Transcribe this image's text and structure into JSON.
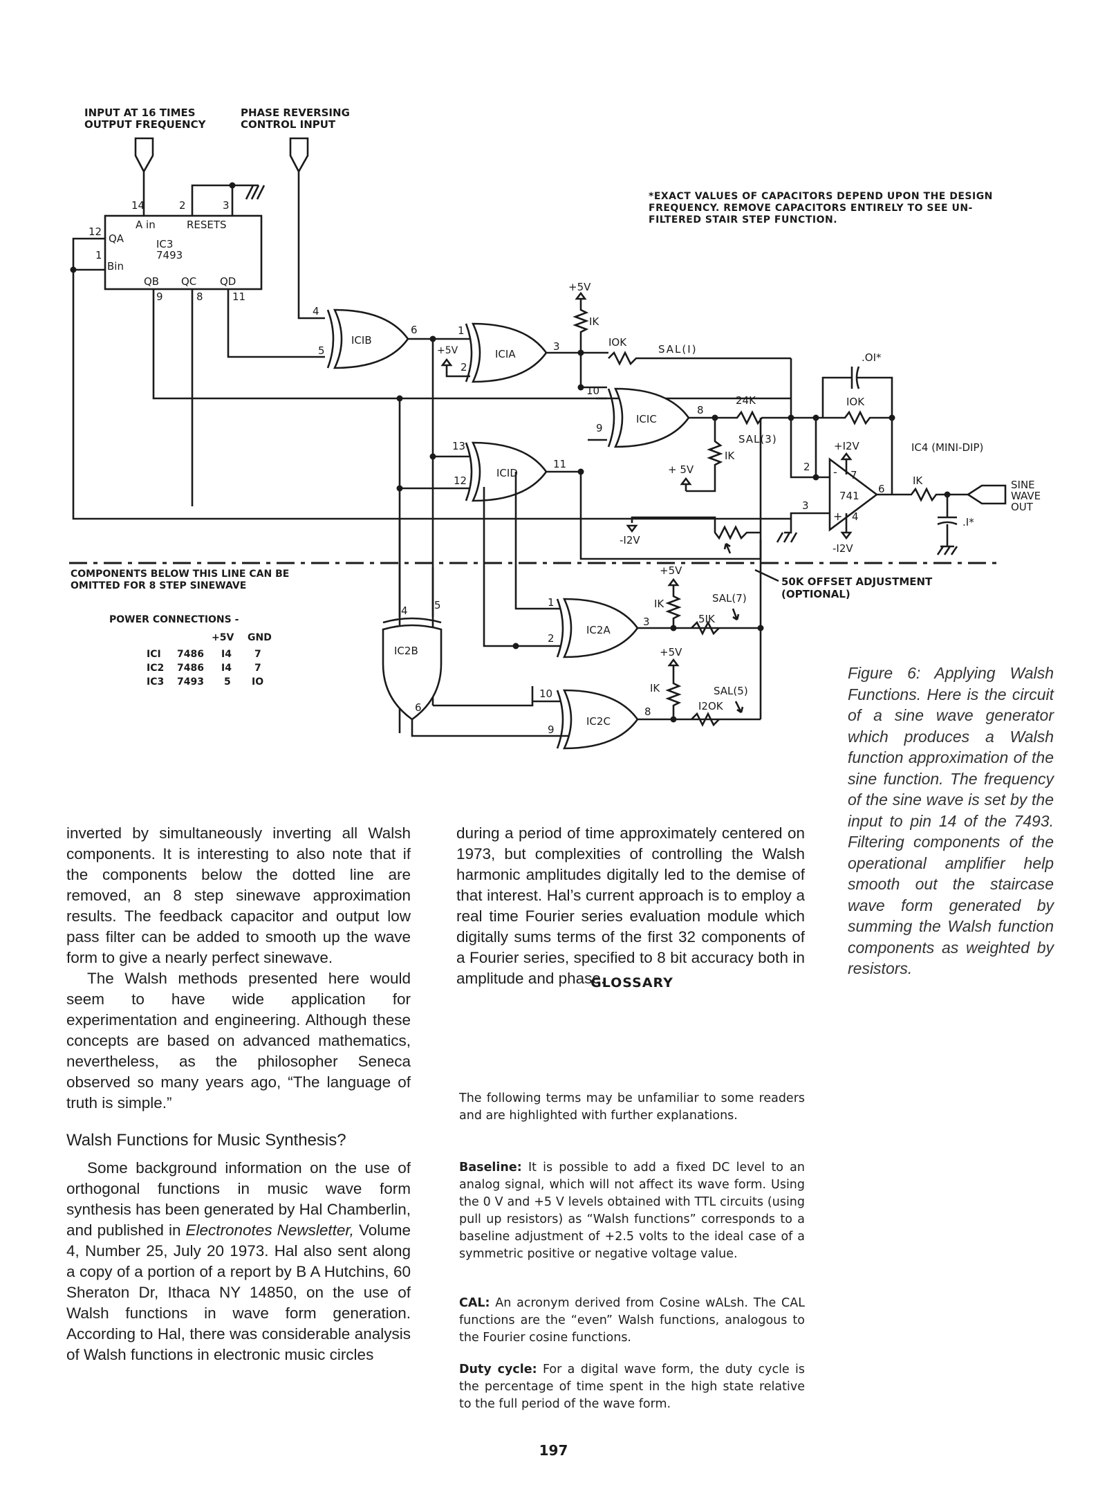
{
  "schematic": {
    "top_labels": {
      "input": [
        "INPUT AT 16 TIMES",
        "OUTPUT FREQUENCY"
      ],
      "phase": [
        "PHASE REVERSING",
        "CONTROL INPUT"
      ]
    },
    "note": [
      "*EXACT VALUES OF CAPACITORS DEPEND UPON THE DESIGN",
      "FREQUENCY. REMOVE CAPACITORS ENTIRELY TO SEE UN-",
      "FILTERED STAIR STEP FUNCTION."
    ],
    "ic3": {
      "name": "IC3",
      "part": "7493",
      "ain": "A in",
      "resets": "RESETS",
      "qa": "QA",
      "bin": "Bin",
      "qb": "QB",
      "qc": "QC",
      "qd": "QD",
      "pins": [
        "14",
        "2",
        "3",
        "12",
        "1",
        "9",
        "8",
        "11"
      ]
    },
    "gates": {
      "ic1b": "ICIB",
      "ic1a": "ICIA",
      "ic1c": "ICIC",
      "ic1d": "ICID",
      "ic2a": "IC2A",
      "ic2b": "IC2B",
      "ic2c": "IC2C"
    },
    "pins": {
      "p4": "4",
      "p5": "5",
      "p6": "6",
      "p1": "1",
      "p2": "2",
      "p3": "3",
      "p10": "10",
      "p9": "9",
      "p8": "8",
      "p13": "13",
      "p12": "12",
      "p11": "11",
      "p7": "7"
    },
    "components": {
      "v5": "+5V",
      "v5b": "+ 5V",
      "v12p": "+I2V",
      "v12n": "-I2V",
      "r1k": "IK",
      "r10k": "IOK",
      "r24k": "24K",
      "r51k": "5IK",
      "r120k": "I2OK",
      "sal1": "SAL(I)",
      "sal3": "SAL(3)",
      "sal7": "SAL(7)",
      "sal5": "SAL(5)",
      "cap01": ".OI*",
      "cap1": ".I*",
      "opamp": "741",
      "ic4": "IC4 (MINI-DIP)",
      "out": [
        "SINE",
        "WAVE",
        "OUT"
      ],
      "minus": "-",
      "plus": "+"
    },
    "divider": [
      "COMPONENTS BELOW THIS LINE CAN BE",
      "OMITTED FOR 8 STEP SINEWAVE"
    ],
    "offset": [
      "50K OFFSET ADJUSTMENT",
      "(OPTIONAL)"
    ],
    "power": {
      "title": "POWER CONNECTIONS -",
      "header": [
        "+5V",
        "GND"
      ],
      "rows": [
        [
          "ICI",
          "7486",
          "I4",
          "7"
        ],
        [
          "IC2",
          "7486",
          "I4",
          "7"
        ],
        [
          "IC3",
          "7493",
          "5",
          "IO"
        ]
      ]
    }
  },
  "caption": "Figure 6: Applying Walsh Functions. Here is the circuit of a sine wave generator which produces a Walsh function approximation of the sine function. The frequency of the sine wave is set by the input to pin 14 of the 7493. Filtering components of the operational amplifier help smooth out the staircase wave form generated by summing the Walsh function components as weighted by resistors.",
  "left_col": {
    "p1": "inverted by simultaneously inverting all Walsh components. It is interesting to also note that if the components below the dotted line are removed, an 8 step sinewave approximation results. The feedback capacitor and output low pass filter can be added to smooth up the wave form to give a nearly perfect sinewave.",
    "p2": "The Walsh methods presented here would seem to have wide application for experimentation and engineering. Although these concepts are based on advanced mathematics, nevertheless, as the philosopher Seneca observed so many years ago, “The language of truth is simple.”",
    "heading": "Walsh Functions for Music Synthesis?",
    "p3a": "Some background information on the use of orthogonal functions in music wave form synthesis has been generated by Hal Chamberlin, and published in ",
    "p3b": "Electronotes Newsletter,",
    "p3c": " Volume 4, Number 25, July 20 1973. Hal also sent along a copy of a portion of a report by B A Hutchins, 60 Sheraton Dr, Ithaca NY 14850, on the use of Walsh functions in wave form generation. According to Hal, there was considerable analysis of Walsh functions in electronic music circles"
  },
  "mid_col": {
    "p1": "during a period of time approximately centered on 1973, but complexities of controlling the Walsh harmonic amplitudes digitally led to the demise of that interest. Hal’s current approach is to employ a real time Fourier series evaluation module which digitally sums terms of the first 32 components of a Fourier series, specified to 8 bit accuracy both in amplitude and phase."
  },
  "glossary": {
    "title": "GLOSSARY",
    "intro": "The following terms may be unfamiliar to some readers and are highlighted with further explanations.",
    "entries": [
      {
        "term": "Baseline:",
        "def": " It is possible to add a fixed DC level to an analog signal, which will not affect its wave form. Using the 0 V and +5 V levels obtained with TTL circuits (using pull up resistors) as “Walsh functions” corresponds to a baseline adjustment of +2.5 volts to the ideal case of a symmetric positive or negative voltage value."
      },
      {
        "term": "CAL:",
        "def": " An acronym derived from Cosine wALsh. The CAL functions are the “even” Walsh functions, analogous to the Fourier cosine functions."
      },
      {
        "term": "Duty cycle:",
        "def": " For a digital wave form, the duty cycle is the percentage of time spent in the high state relative to the full period of the wave form."
      }
    ]
  },
  "page_number": "197"
}
